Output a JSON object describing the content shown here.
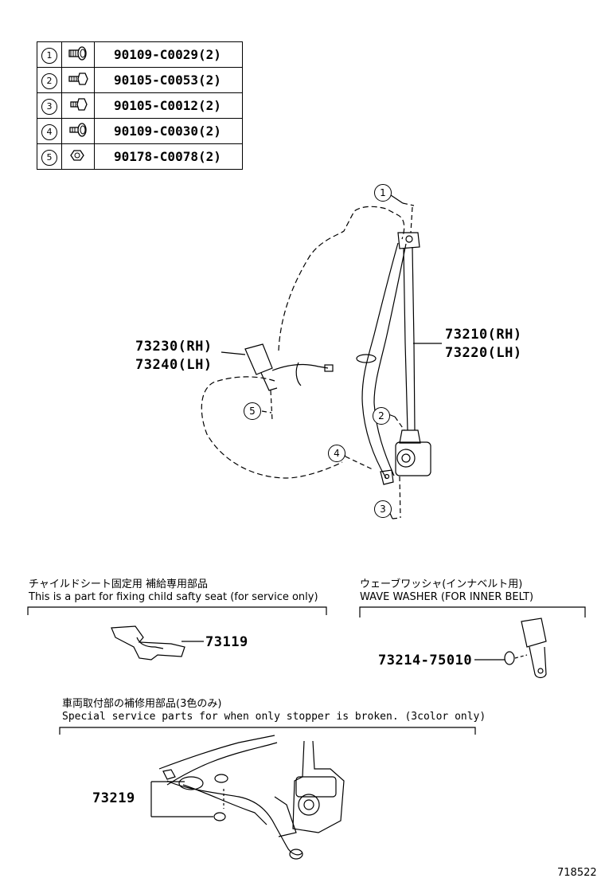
{
  "fasteners": [
    {
      "index": "1",
      "part": "90109-C0029(2)",
      "icon": "flange-bolt-icon"
    },
    {
      "index": "2",
      "part": "90105-C0053(2)",
      "icon": "hex-bolt-icon"
    },
    {
      "index": "3",
      "part": "90105-C0012(2)",
      "icon": "hex-bolt-icon"
    },
    {
      "index": "4",
      "part": "90109-C0030(2)",
      "icon": "flange-bolt-icon"
    },
    {
      "index": "5",
      "part": "90178-C0078(2)",
      "icon": "nut-icon"
    }
  ],
  "main_diagram": {
    "buckle_rh": "73230(RH)",
    "buckle_lh": "73240(LH)",
    "belt_rh": "73210(RH)",
    "belt_lh": "73220(LH)",
    "callouts": [
      "1",
      "2",
      "3",
      "4",
      "5"
    ]
  },
  "child_seat": {
    "caption_jp": "チャイルドシート固定用  補給専用部品",
    "caption_en": "This is a part for fixing child safty seat (for service only)",
    "part": "73119"
  },
  "wave_washer": {
    "caption_jp": "ウェーブワッシャ(インナベルト用)",
    "caption_en": "WAVE WASHER (FOR INNER BELT)",
    "part": "73214-75010"
  },
  "stopper": {
    "caption_jp": "車両取付部の補修用部品(3色のみ)",
    "caption_en": "Special service parts for when only stopper is broken. (3color only)",
    "part": "73219"
  },
  "figure_id": "718522"
}
